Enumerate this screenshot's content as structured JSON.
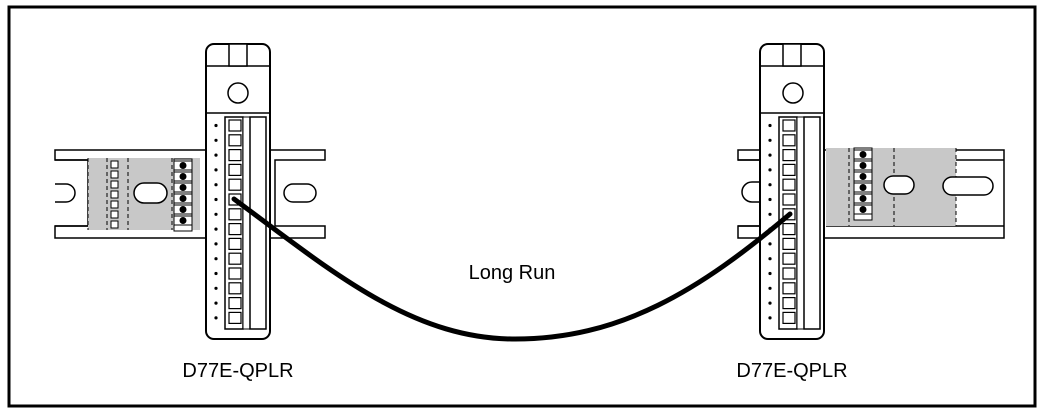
{
  "labels": {
    "left_module": "D77E-QPLR",
    "right_module": "D77E-QPLR",
    "cable": "Long Run"
  },
  "colors": {
    "frame": "#000000",
    "rail_fill": "#ffffff",
    "module_shade": "#c8c8c8",
    "cable": "#000000"
  },
  "icons": {
    "left_module": "din-rail-module",
    "right_module": "din-rail-module",
    "cable": "twisted-pair-cable"
  }
}
